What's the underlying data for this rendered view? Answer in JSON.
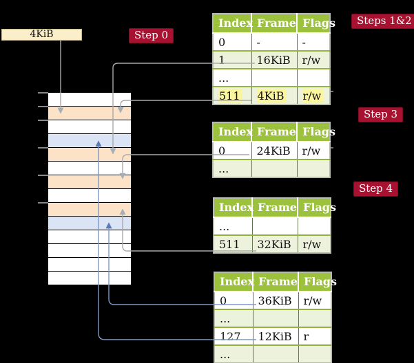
{
  "labels": {
    "frame_box": "4KiB",
    "step0": "Step 0",
    "steps12": "Steps 1&2",
    "step3": "Step 3",
    "step4": "Step 4"
  },
  "page_tables": [
    {
      "name": "level-1-page-table",
      "columns": [
        "Index",
        "Frame",
        "Flags"
      ],
      "rows": [
        {
          "cells": [
            "0",
            "-",
            "-"
          ],
          "shade": false,
          "highlight": false
        },
        {
          "cells": [
            "1",
            "16KiB",
            "r/w"
          ],
          "shade": true,
          "highlight": false
        },
        {
          "cells": [
            "...",
            "",
            ""
          ],
          "shade": false,
          "highlight": false
        },
        {
          "cells": [
            "511",
            "4KiB",
            "r/w"
          ],
          "shade": true,
          "highlight": true
        }
      ]
    },
    {
      "name": "level-2-page-table",
      "columns": [
        "Index",
        "Frame",
        "Flags"
      ],
      "rows": [
        {
          "cells": [
            "0",
            "24KiB",
            "r/w"
          ],
          "shade": false,
          "highlight": false
        },
        {
          "cells": [
            "...",
            "",
            ""
          ],
          "shade": true,
          "highlight": false
        }
      ]
    },
    {
      "name": "level-3-page-table",
      "columns": [
        "Index",
        "Frame",
        "Flags"
      ],
      "rows": [
        {
          "cells": [
            "...",
            "",
            ""
          ],
          "shade": false,
          "highlight": false
        },
        {
          "cells": [
            "511",
            "32KiB",
            "r/w"
          ],
          "shade": true,
          "highlight": false
        }
      ]
    },
    {
      "name": "level-4-page-table",
      "columns": [
        "Index",
        "Frame",
        "Flags"
      ],
      "rows": [
        {
          "cells": [
            "0",
            "36KiB",
            "r/w"
          ],
          "shade": false,
          "highlight": false
        },
        {
          "cells": [
            "...",
            "",
            ""
          ],
          "shade": true,
          "highlight": false
        },
        {
          "cells": [
            "127",
            "12KiB",
            "r"
          ],
          "shade": false,
          "highlight": false
        },
        {
          "cells": [
            "...",
            "",
            ""
          ],
          "shade": true,
          "highlight": false
        }
      ]
    }
  ],
  "memory_column": {
    "row_colors": [
      "white",
      "orange",
      "white",
      "blue",
      "orange",
      "white",
      "orange",
      "white",
      "orange",
      "blue",
      "white",
      "white",
      "white",
      "white"
    ]
  },
  "colors": {
    "background": "#000000",
    "frame_box_fill": "#FAEFC9",
    "step_label_bg": "#A8112F",
    "table_header_green": "#9CC13C",
    "table_row_shade": "#ECF2DC",
    "cell_highlight_yellow": "#FBF59E",
    "memory_orange": "#FCE3C7",
    "memory_blue": "#DAE4F4",
    "gray_connector": "#A9A9A9",
    "blue_connector": "#7D98C6"
  }
}
